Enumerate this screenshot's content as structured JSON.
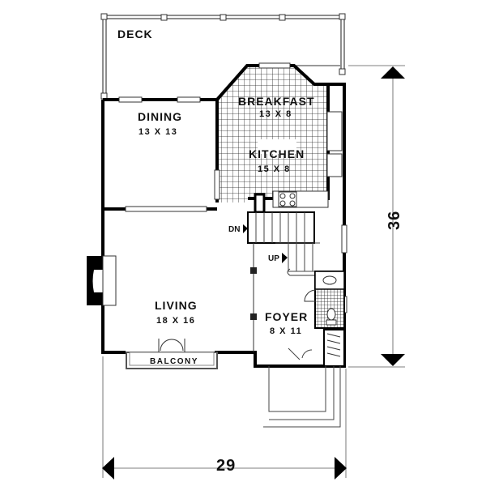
{
  "plan": {
    "rooms": [
      {
        "name": "DECK",
        "size": ""
      },
      {
        "name": "BREAKFAST",
        "size": "13 X 8"
      },
      {
        "name": "DINING",
        "size": "13 X 13"
      },
      {
        "name": "KITCHEN",
        "size": "15 X 8"
      },
      {
        "name": "LIVING",
        "size": "18 X 16"
      },
      {
        "name": "FOYER",
        "size": "8 X 11"
      },
      {
        "name": "BALCONY",
        "size": ""
      }
    ],
    "stairs": {
      "down_label": "DN",
      "up_label": "UP"
    },
    "dimensions": {
      "width": "29",
      "depth": "36"
    }
  },
  "colors": {
    "line": "#000000",
    "background": "#ffffff"
  }
}
